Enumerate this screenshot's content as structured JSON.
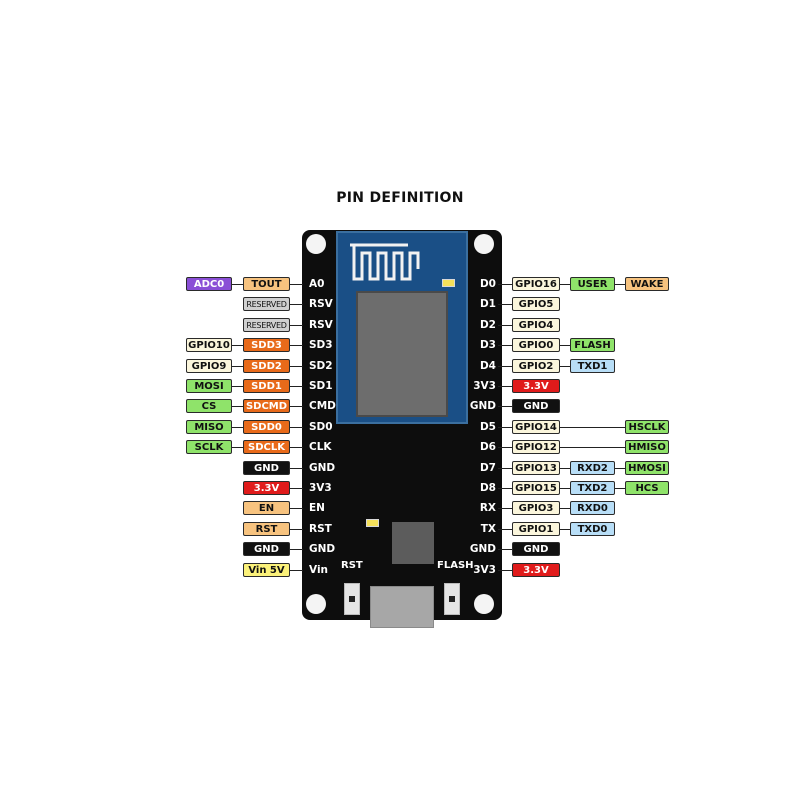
{
  "title": "PIN DEFINITION",
  "board_labels": {
    "rst": "RST",
    "flash": "FLASH"
  },
  "left_pins": [
    {
      "pin": "A0",
      "tags": [
        {
          "text": "TOUT",
          "color": "#f7c37f"
        },
        {
          "text": "ADC0",
          "color": "#8a4fd6",
          "text_color": "#ffffff"
        }
      ]
    },
    {
      "pin": "RSV",
      "tags": [
        {
          "text": "RESERVED",
          "color": "#d0d0d0",
          "small": true
        }
      ]
    },
    {
      "pin": "RSV",
      "tags": [
        {
          "text": "RESERVED",
          "color": "#d0d0d0",
          "small": true
        }
      ]
    },
    {
      "pin": "SD3",
      "tags": [
        {
          "text": "SDD3",
          "color": "#e86a1a",
          "text_color": "#ffffff"
        },
        {
          "text": "GPIO10",
          "color": "#fbf6dc"
        }
      ]
    },
    {
      "pin": "SD2",
      "tags": [
        {
          "text": "SDD2",
          "color": "#e86a1a",
          "text_color": "#ffffff"
        },
        {
          "text": "GPIO9",
          "color": "#fbf6dc"
        }
      ]
    },
    {
      "pin": "SD1",
      "tags": [
        {
          "text": "SDD1",
          "color": "#e86a1a",
          "text_color": "#ffffff"
        },
        {
          "text": "MOSI",
          "color": "#8fe36a"
        }
      ]
    },
    {
      "pin": "CMD",
      "tags": [
        {
          "text": "SDCMD",
          "color": "#e86a1a",
          "text_color": "#ffffff"
        },
        {
          "text": "CS",
          "color": "#8fe36a"
        }
      ]
    },
    {
      "pin": "SD0",
      "tags": [
        {
          "text": "SDD0",
          "color": "#e86a1a",
          "text_color": "#ffffff"
        },
        {
          "text": "MISO",
          "color": "#8fe36a"
        }
      ]
    },
    {
      "pin": "CLK",
      "tags": [
        {
          "text": "SDCLK",
          "color": "#e86a1a",
          "text_color": "#ffffff"
        },
        {
          "text": "SCLK",
          "color": "#8fe36a"
        }
      ]
    },
    {
      "pin": "GND",
      "tags": [
        {
          "text": "GND",
          "color": "#111111",
          "text_color": "#ffffff"
        }
      ]
    },
    {
      "pin": "3V3",
      "tags": [
        {
          "text": "3.3V",
          "color": "#e01b1b",
          "text_color": "#ffffff"
        }
      ]
    },
    {
      "pin": "EN",
      "tags": [
        {
          "text": "EN",
          "color": "#f7c37f"
        }
      ]
    },
    {
      "pin": "RST",
      "tags": [
        {
          "text": "RST",
          "color": "#f7c37f"
        }
      ]
    },
    {
      "pin": "GND",
      "tags": [
        {
          "text": "GND",
          "color": "#111111",
          "text_color": "#ffffff"
        }
      ]
    },
    {
      "pin": "Vin",
      "tags": [
        {
          "text": "Vin 5V",
          "color": "#fbf17a"
        }
      ]
    }
  ],
  "right_pins": [
    {
      "pin": "D0",
      "tags": [
        {
          "text": "GPIO16",
          "color": "#fbf6dc"
        },
        {
          "text": "USER",
          "color": "#8fe36a"
        },
        {
          "text": "WAKE",
          "color": "#f7c37f"
        }
      ]
    },
    {
      "pin": "D1",
      "tags": [
        {
          "text": "GPIO5",
          "color": "#fbf6dc"
        }
      ]
    },
    {
      "pin": "D2",
      "tags": [
        {
          "text": "GPIO4",
          "color": "#fbf6dc"
        }
      ]
    },
    {
      "pin": "D3",
      "tags": [
        {
          "text": "GPIO0",
          "color": "#fbf6dc"
        },
        {
          "text": "FLASH",
          "color": "#8fe36a"
        }
      ]
    },
    {
      "pin": "D4",
      "tags": [
        {
          "text": "GPIO2",
          "color": "#fbf6dc"
        },
        {
          "text": "TXD1",
          "color": "#b8def7"
        }
      ]
    },
    {
      "pin": "3V3",
      "tags": [
        {
          "text": "3.3V",
          "color": "#e01b1b",
          "text_color": "#ffffff"
        }
      ]
    },
    {
      "pin": "GND",
      "tags": [
        {
          "text": "GND",
          "color": "#111111",
          "text_color": "#ffffff"
        }
      ]
    },
    {
      "pin": "D5",
      "tags": [
        {
          "text": "GPIO14",
          "color": "#fbf6dc"
        },
        {
          "text": "HSCLK",
          "color": "#8fe36a",
          "far": true
        }
      ]
    },
    {
      "pin": "D6",
      "tags": [
        {
          "text": "GPIO12",
          "color": "#fbf6dc"
        },
        {
          "text": "HMISO",
          "color": "#8fe36a",
          "far": true
        }
      ]
    },
    {
      "pin": "D7",
      "tags": [
        {
          "text": "GPIO13",
          "color": "#fbf6dc"
        },
        {
          "text": "RXD2",
          "color": "#b8def7"
        },
        {
          "text": "HMOSI",
          "color": "#8fe36a"
        }
      ]
    },
    {
      "pin": "D8",
      "tags": [
        {
          "text": "GPIO15",
          "color": "#fbf6dc"
        },
        {
          "text": "TXD2",
          "color": "#b8def7"
        },
        {
          "text": "HCS",
          "color": "#8fe36a"
        }
      ]
    },
    {
      "pin": "RX",
      "tags": [
        {
          "text": "GPIO3",
          "color": "#fbf6dc"
        },
        {
          "text": "RXD0",
          "color": "#b8def7"
        }
      ]
    },
    {
      "pin": "TX",
      "tags": [
        {
          "text": "GPIO1",
          "color": "#fbf6dc"
        },
        {
          "text": "TXD0",
          "color": "#b8def7"
        }
      ]
    },
    {
      "pin": "GND",
      "tags": [
        {
          "text": "GND",
          "color": "#111111",
          "text_color": "#ffffff"
        }
      ]
    },
    {
      "pin": "3V3",
      "tags": [
        {
          "text": "3.3V",
          "color": "#e01b1b",
          "text_color": "#ffffff"
        }
      ]
    }
  ]
}
